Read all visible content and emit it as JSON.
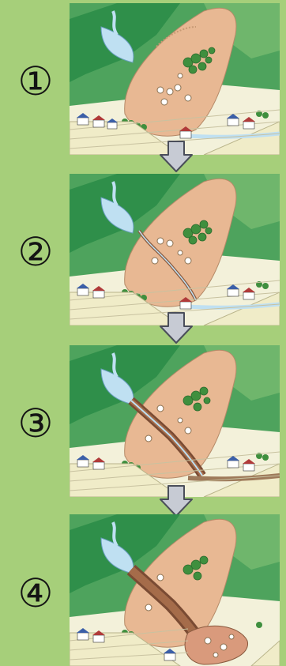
{
  "steps": [
    {
      "label": "①",
      "erosion": 0.0
    },
    {
      "label": "②",
      "erosion": 0.35
    },
    {
      "label": "③",
      "erosion": 0.65
    },
    {
      "label": "④",
      "erosion": 1.0
    }
  ],
  "colors": {
    "background": "#a6cf7a",
    "mountain": "#2f8f4a",
    "landslide_mass": "#e8b893",
    "water": "#bfe0f2",
    "fields": "#f0ecc8",
    "arrow": "#c7cbd4"
  },
  "icons": [
    "landslide-dam-illustration",
    "down-arrow-icon"
  ]
}
